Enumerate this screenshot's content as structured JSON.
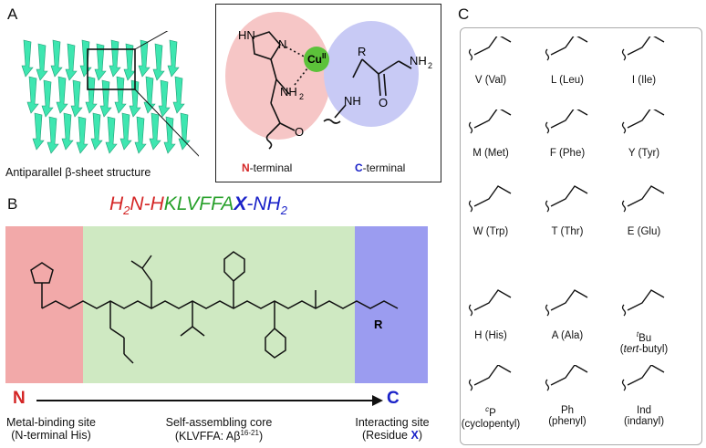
{
  "panels": {
    "a": "A",
    "b": "B",
    "c": "C"
  },
  "panel_a": {
    "caption": "Antiparallel β-sheet structure",
    "n_terminal_letter": "N",
    "n_terminal_suffix": "-terminal",
    "c_terminal_letter": "C",
    "c_terminal_suffix": "-terminal",
    "metal": "Cu",
    "metal_ox": "II",
    "colors": {
      "sheet": "#3ee6b0",
      "n_region": "#f6c6c6",
      "c_region": "#c8caf5",
      "cu": "#5cc23a"
    }
  },
  "panel_b": {
    "seq_parts": [
      {
        "text": "H",
        "color": "#d42525"
      },
      {
        "text": "2",
        "color": "#d42525",
        "sub": true
      },
      {
        "text": "N-H",
        "color": "#d42525"
      },
      {
        "text": "KLVFFA",
        "color": "#27a02a"
      },
      {
        "text": "X",
        "color": "#1a22c8",
        "bold": true
      },
      {
        "text": "-NH",
        "color": "#1a22c8"
      },
      {
        "text": "2",
        "color": "#1a22c8",
        "sub": true
      }
    ],
    "n_label": "N",
    "c_label": "C",
    "n_caption1": "Metal-binding site",
    "n_caption2": "(N-terminal His)",
    "core_caption1": "Self-assembling core",
    "core_caption2_pre": "(KLVFFA: Aβ",
    "core_caption2_sup": "16-21",
    "core_caption2_post": ")",
    "c_caption1": "Interacting site",
    "c_caption2_pre": "(Residue ",
    "c_caption2_x": "X",
    "c_caption2_post": ")",
    "r_label": "R",
    "colors": {
      "n_box": "#f2a9a9",
      "core_box": "#cfe9c2",
      "c_box": "#9b9cf0"
    }
  },
  "panel_c": {
    "residues": [
      {
        "code": "V (Val)"
      },
      {
        "code": "L (Leu)"
      },
      {
        "code": "I (Ile)"
      },
      {
        "code": "M (Met)"
      },
      {
        "code": "F (Phe)"
      },
      {
        "code": "Y (Tyr)"
      },
      {
        "code": "W (Trp)"
      },
      {
        "code": "T (Thr)"
      },
      {
        "code": "E (Glu)"
      },
      {
        "code": "H (His)"
      },
      {
        "code": "A (Ala)"
      },
      {
        "code": "Bu",
        "sup": "t",
        "sub2": "tert",
        "sub2_post": "-butyl)"
      },
      {
        "code": "P",
        "sup": "c",
        "sub2": "(cyclopentyl)"
      },
      {
        "code": "Ph",
        "sub2": "(phenyl)"
      },
      {
        "code": "Ind",
        "sub2": "(indanyl)"
      }
    ]
  }
}
